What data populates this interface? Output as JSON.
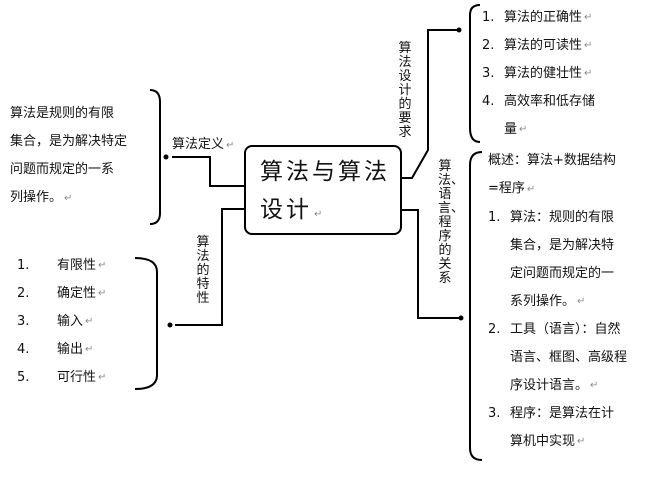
{
  "center": {
    "title": "算法与算法设计"
  },
  "return_glyph": "↵",
  "branch_labels": {
    "definition": "算法定义",
    "properties": "算法的特性",
    "design_requirements": "算法设计的要求",
    "relationship": "算法、语言、程序的关系"
  },
  "definition_text": [
    "算法是规则的有限",
    "集合，是为解决特定",
    "问题而规定的一系",
    "列操作。"
  ],
  "properties": [
    {
      "num": "1.",
      "label": "有限性"
    },
    {
      "num": "2.",
      "label": "确定性"
    },
    {
      "num": "3.",
      "label": "输入"
    },
    {
      "num": "4.",
      "label": "输出"
    },
    {
      "num": "5.",
      "label": "可行性"
    }
  ],
  "design_requirements": [
    {
      "num": "1.",
      "lines": [
        "算法的正确性"
      ]
    },
    {
      "num": "2.",
      "lines": [
        "算法的可读性"
      ]
    },
    {
      "num": "3.",
      "lines": [
        "算法的健壮性"
      ]
    },
    {
      "num": "4.",
      "lines": [
        "高效率和低存储",
        "量"
      ]
    }
  ],
  "relationship": {
    "overview": [
      "概述：算法+数据结构",
      "=程序"
    ],
    "items": [
      {
        "num": "1.",
        "lines": [
          "算法：规则的有限",
          "集合，是为解决特",
          "定问题而规定的一",
          "系列操作。"
        ]
      },
      {
        "num": "2.",
        "lines": [
          "工具（语言）：自然",
          "语言、框图、高级程",
          "序设计语言。"
        ]
      },
      {
        "num": "3.",
        "lines": [
          "程序：是算法在计",
          "算机中实现"
        ]
      }
    ]
  }
}
